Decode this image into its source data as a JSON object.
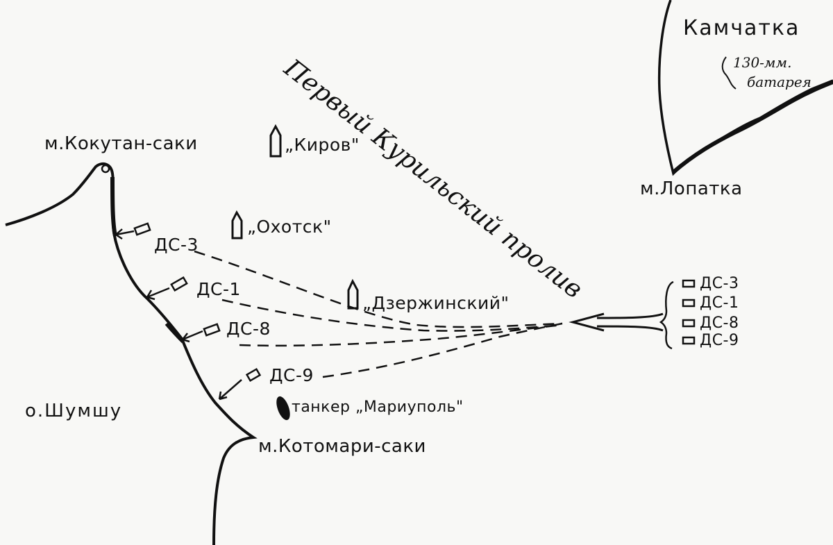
{
  "labels": {
    "kamchatka": "Камчатка",
    "battery_line1": "130-мм.",
    "battery_line2": "батарея",
    "strait": "Первый Курильский пролив",
    "cape_kokutan": "м.Кокутан-саки",
    "kirov": "„Киров\"",
    "okhotsk": "„Охотск\"",
    "dzerzhinsky": "„Дзержинский\"",
    "cape_lopatka": "м.Лопатка",
    "shumshu": "о.Шумшу",
    "tanker": "танкер „Мариуполь\"",
    "cape_kotomari": "м.Котомари-саки"
  },
  "landings": {
    "ds3": "ДС-3",
    "ds1": "ДС-1",
    "ds8": "ДС-8",
    "ds9": "ДС-9"
  },
  "legend": [
    "ДС-3",
    "ДС-1",
    "ДС-8",
    "ДС-9"
  ],
  "colors": {
    "ink": "#111111",
    "paper": "#f8f8f6"
  }
}
